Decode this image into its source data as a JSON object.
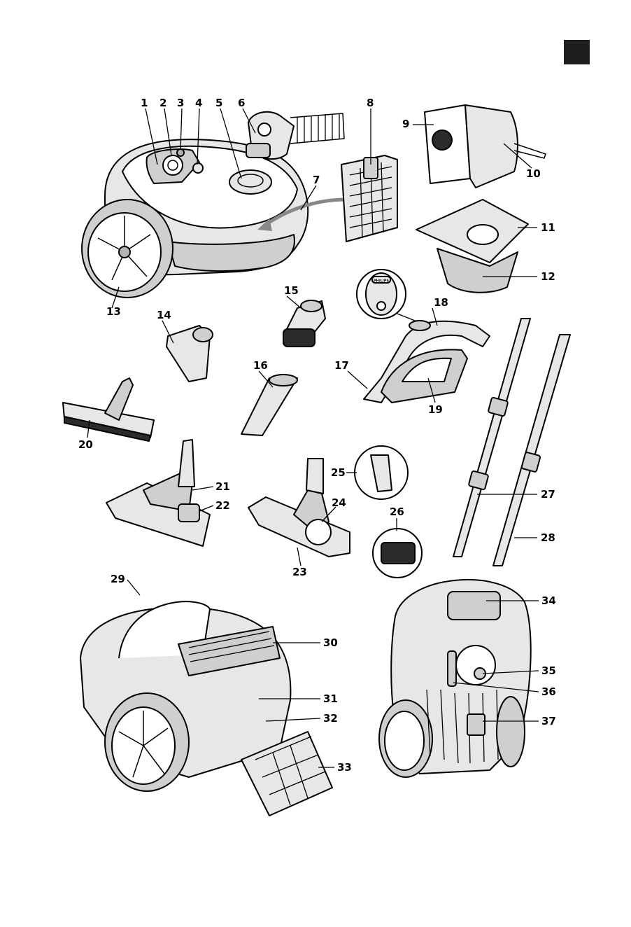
{
  "language_tab": {
    "color": "#1e1e1e"
  },
  "brand_marks": {
    "handle_logo": "PHILIPS"
  },
  "callouts": [
    "1",
    "2",
    "3",
    "4",
    "5",
    "6",
    "7",
    "8",
    "9",
    "10",
    "11",
    "12",
    "13",
    "14",
    "15",
    "16",
    "17",
    "18",
    "19",
    "20",
    "21",
    "22",
    "23",
    "24",
    "25",
    "26",
    "27",
    "28",
    "29",
    "30",
    "31",
    "32",
    "33",
    "34",
    "35",
    "36",
    "37"
  ],
  "colors": {
    "line": "#000000",
    "shade_light": "#e7e7e7",
    "shade_mid": "#cfcfcf",
    "shade_dark": "#b5b5b5"
  }
}
